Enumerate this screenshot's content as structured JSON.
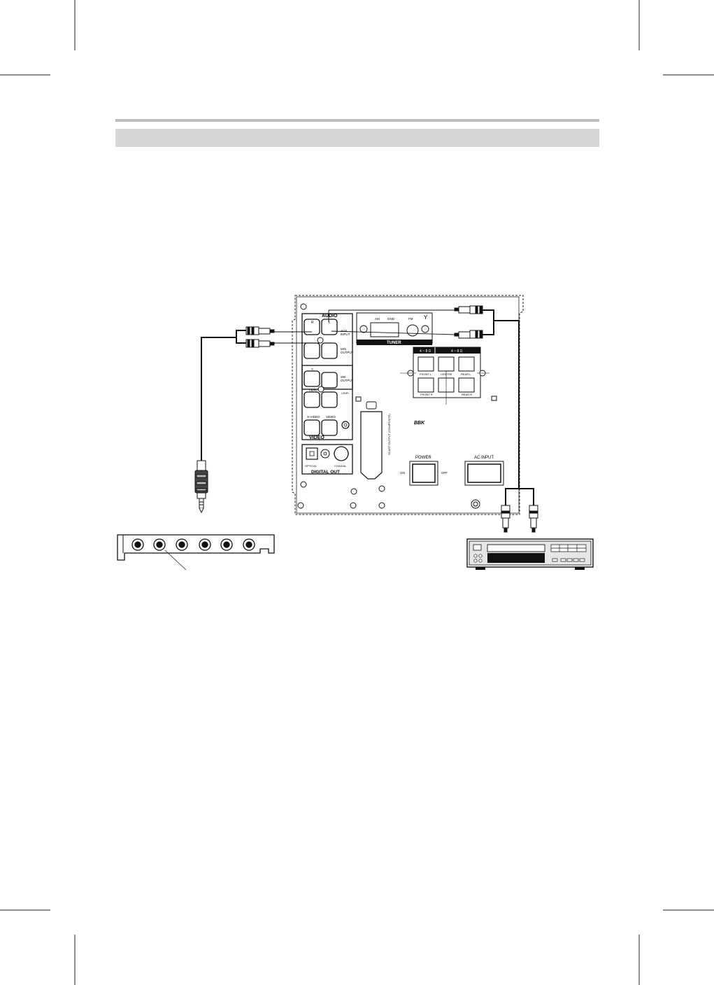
{
  "panel": {
    "audio_label": "AUDIO",
    "jack_r": "R",
    "jack_l": "L",
    "aux_input": [
      "AUX",
      "INPUT"
    ],
    "mix_output": [
      "MIX",
      "OUTPUT"
    ],
    "sw_output": [
      "SW",
      "OUTPUT"
    ],
    "jack_y": "Y",
    "jack_cb": "CB/Pb",
    "jack_cr": "CR/Pr",
    "s_video": "S-VIDEO",
    "video_jack": "VIDEO",
    "video_label": "VIDEO",
    "optical": "OPTICAL",
    "coaxial": "COAXIAL",
    "digital_out": "DIGITAL OUT",
    "tuner_am": "AM",
    "tuner_gnd": "GND",
    "tuner_fm": "FM",
    "tuner_label": "TUNER",
    "impedance_left": "4 ~ 8 Ω",
    "impedance_right": "4 ~ 8 Ω",
    "front_l": "FRONT L",
    "centre": "CENTRE",
    "rear_l": "REAR L",
    "front_r": "FRONT R",
    "rear_r": "REAR R",
    "scart_output": "SCART OUTPUT (COMPOSITE)",
    "brand": "BBK",
    "power": "POWER",
    "power_on": "ON",
    "power_off": "OFF",
    "ac_input": "AC INPUT"
  },
  "colors": {
    "line": "#111111",
    "header_rule": "#bdbdbd",
    "header_band": "#d6d6d6",
    "player_panel": "#e6e6e6"
  }
}
